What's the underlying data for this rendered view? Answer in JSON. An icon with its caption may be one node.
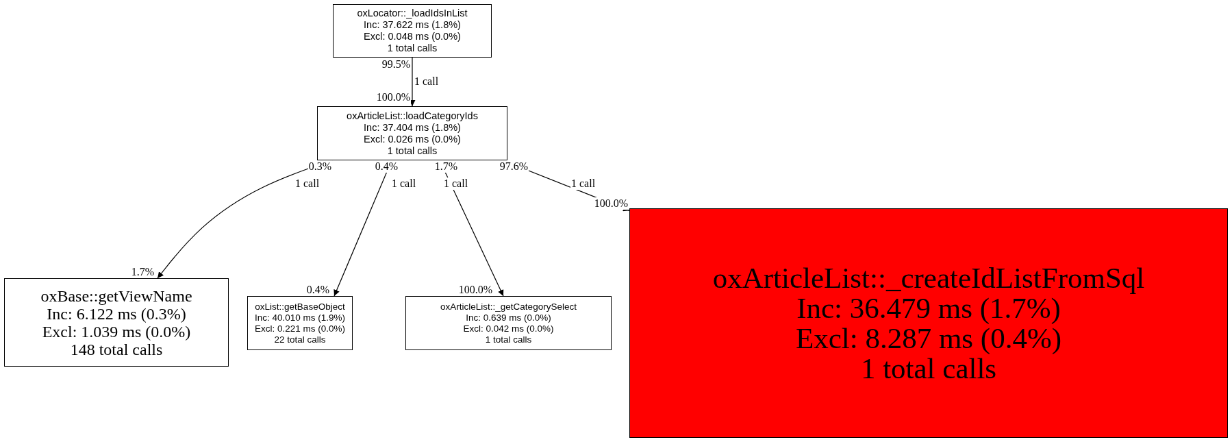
{
  "diagram": {
    "nodes": [
      {
        "text": [
          "oxLocator::_loadIdsInList",
          "Inc: 37.622 ms (1.8%)",
          "Excl: 0.048 ms (0.0%)",
          "1 total calls"
        ]
      },
      {
        "text": [
          "oxArticleList::loadCategoryIds",
          "Inc: 37.404 ms (1.8%)",
          "Excl: 0.026 ms (0.0%)",
          "1 total calls"
        ]
      },
      {
        "text": [
          "oxBase::getViewName",
          "Inc: 6.122 ms (0.3%)",
          "Excl: 1.039 ms (0.0%)",
          "148 total calls"
        ]
      },
      {
        "text": [
          "oxList::getBaseObject",
          "Inc: 40.010 ms (1.9%)",
          "Excl: 0.221 ms (0.0%)",
          "22 total calls"
        ]
      },
      {
        "text": [
          "oxArticleList::_getCategorySelect",
          "Inc: 0.639 ms (0.0%)",
          "Excl: 0.042 ms (0.0%)",
          "1 total calls"
        ]
      },
      {
        "text": [
          "oxArticleList::_createIdListFromSql",
          "Inc: 36.479 ms (1.7%)",
          "Excl: 8.287 ms (0.4%)",
          "1 total calls"
        ]
      }
    ],
    "edges": [
      {
        "from": 0,
        "to": 1,
        "arrow": "to",
        "label": "1 call"
      },
      {
        "from": 1,
        "to": 2,
        "arrow": "to",
        "label": "1 call"
      },
      {
        "from": 1,
        "to": 3,
        "arrow": "to",
        "label": "1 call"
      },
      {
        "from": 1,
        "to": 4,
        "arrow": "to",
        "label": "1 call"
      },
      {
        "from": 1,
        "to": 5,
        "arrow": "to",
        "label": "1 call"
      }
    ],
    "labels": [
      "99.5%",
      "100.0%",
      "0.3%",
      "0.4%",
      "1.7%",
      "97.6%",
      "100.0%",
      "1.7%",
      "0.4%",
      "100.0%"
    ]
  }
}
